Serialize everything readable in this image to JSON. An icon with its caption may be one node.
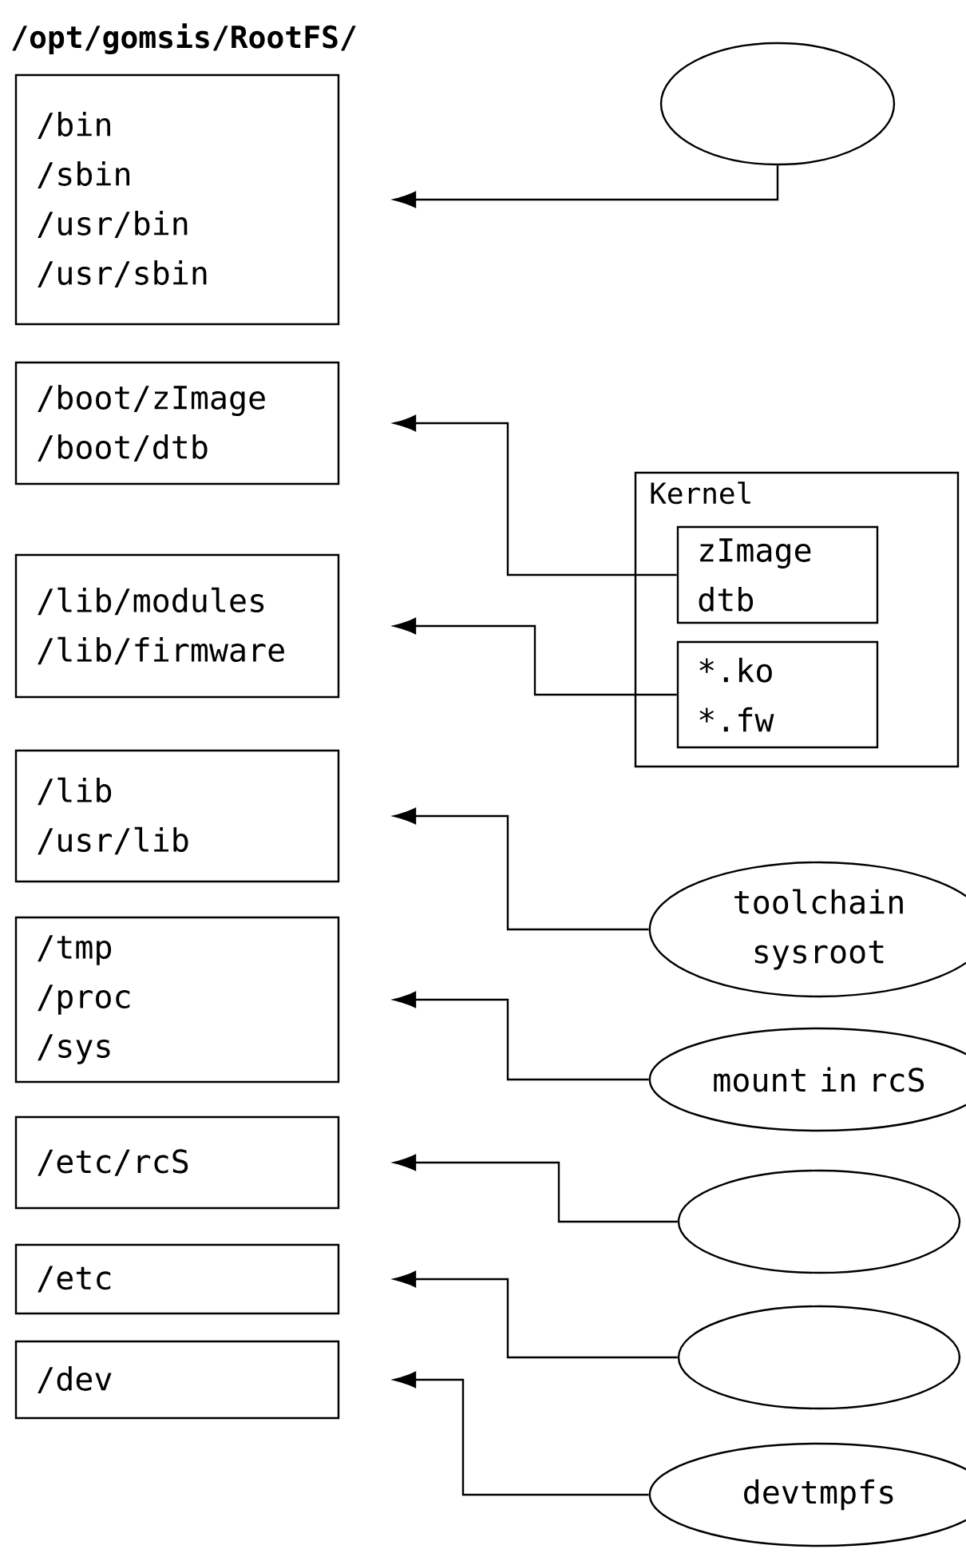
{
  "diagram": {
    "title": "/opt/gomsis/RootFS/",
    "nodes": [
      {
        "text": [
          "/bin",
          "/sbin",
          "/usr/bin",
          "/usr/sbin"
        ]
      },
      {
        "text": [],
        "shape": "ellipse"
      },
      {
        "text": [
          "/boot/zImage",
          "/boot/dtb"
        ]
      },
      {
        "text": [
          "/lib/modules",
          "/lib/firmware"
        ]
      },
      {
        "text": [
          "Kernel"
        ]
      },
      {
        "text": [
          "zImage",
          "dtb"
        ],
        "in": 4
      },
      {
        "text": [
          "*.ko",
          "*.fw"
        ],
        "in": 4
      },
      {
        "text": [
          "/lib",
          "/usr/lib"
        ]
      },
      {
        "text": [
          "toolchain sysroot"
        ]
      },
      {
        "text": [
          "/tmp",
          "/proc",
          "/sys"
        ]
      },
      {
        "text": [
          "mount in rcS"
        ]
      },
      {
        "text": [
          "/etc/rcS"
        ]
      },
      {
        "text": [],
        "shape": "ellipse"
      },
      {
        "text": [
          "/etc"
        ]
      },
      {
        "text": [],
        "shape": "ellipse"
      },
      {
        "text": [
          "/dev"
        ]
      },
      {
        "text": [
          "devtmpfs"
        ]
      }
    ],
    "edges": [
      {
        "from": 1,
        "to": 0,
        "arrow": "to"
      },
      {
        "from": 5,
        "to": 2,
        "arrow": "to"
      },
      {
        "from": 6,
        "to": 3,
        "arrow": "to"
      },
      {
        "from": 8,
        "to": 7,
        "arrow": "to"
      },
      {
        "from": 10,
        "to": 9,
        "arrow": "to"
      },
      {
        "from": 12,
        "to": 11,
        "arrow": "to"
      },
      {
        "from": 14,
        "to": 13,
        "arrow": "to"
      },
      {
        "from": 16,
        "to": 15,
        "arrow": "to"
      }
    ]
  }
}
